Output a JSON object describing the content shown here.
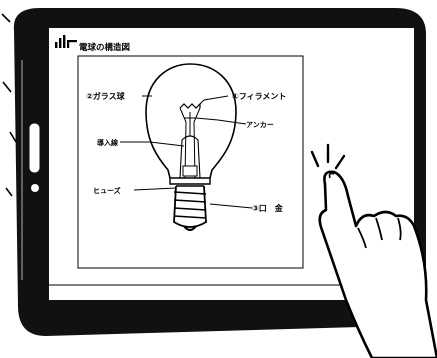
{
  "figure": {
    "title": "電球の構造図",
    "labels": {
      "glass_bulb": "②ガラス球",
      "filament": "①フィラメント",
      "anchor": "アンカー",
      "lead_wire": "導入線",
      "fuse": "ヒューズ",
      "base": "③口　金"
    }
  },
  "icons": {
    "title_marker": "signal-bars-icon",
    "device": "tablet-frame",
    "hand": "pointing-hand-icon"
  },
  "colors": {
    "ink": "#000000",
    "screen_background": "#ffffff",
    "bezel": "#111111"
  }
}
